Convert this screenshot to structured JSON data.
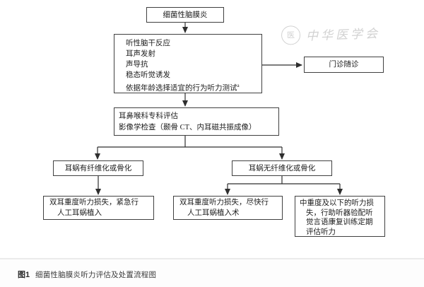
{
  "watermark": {
    "seal_glyph": "医",
    "text": "中华医学会"
  },
  "flowchart": {
    "nodes": {
      "meningitis": {
        "label": "细菌性脑膜炎"
      },
      "tests": {
        "lines": [
          "听性脑干反应",
          "耳声发射",
          "声导抗",
          "稳态听觉诱发"
        ],
        "last_line": "依据年龄选择适宜的行为听力测试",
        "superscript": "a"
      },
      "followup": {
        "label": "门诊随诊"
      },
      "ent": {
        "lines": [
          "耳鼻喉科专科评估",
          "影像学检查（颞骨 CT、内耳磁共振成像）"
        ]
      },
      "fibrosis": {
        "label": "耳蜗有纤维化或骨化"
      },
      "no_fibrosis": {
        "label": "耳蜗无纤维化或骨化"
      },
      "urgent_ci": {
        "lines": [
          "双耳重度听力损失，紧急行",
          "人工耳蜗植入"
        ]
      },
      "asap_ci": {
        "lines": [
          "双耳重度听力损失，尽快行",
          "人工耳蜗植入术"
        ]
      },
      "hearing_aid": {
        "lines": [
          "中重度及以下的听力损",
          "失，行助听器验配听",
          "觉言语康复训练定期",
          "评估听力"
        ]
      }
    }
  },
  "caption": {
    "figure_label": "图1",
    "title": "细菌性脑膜炎听力评估及处置流程图"
  },
  "colors": {
    "box_border": "#404040",
    "line": "#2e2e2e",
    "text": "#1c1c1c",
    "watermark": "#d2d2d2",
    "divider": "#ebebeb"
  }
}
